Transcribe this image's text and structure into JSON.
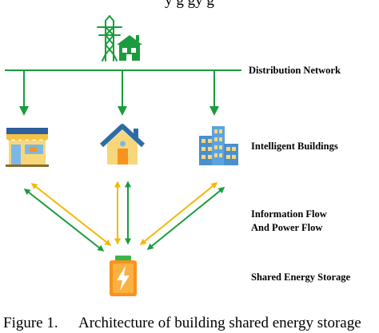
{
  "title_fragment": "y   g         gy   g",
  "labels": {
    "distribution_network": "Distribution Network",
    "intelligent_buildings": "Intelligent Buildings",
    "flow_line1": "Information Flow",
    "flow_line2": "And Power Flow",
    "shared_storage": "Shared Energy Storage"
  },
  "caption": {
    "figure": "Figure 1.",
    "text": "Architecture of building shared energy storage"
  },
  "colors": {
    "grid_green": "#1a9c3e",
    "information_flow": "#f5b800",
    "power_flow": "#1a9c3e",
    "battery": "#f7931e",
    "battery_cap": "#39b54a",
    "shop_awning": "#2e5e9c",
    "house_roof": "#2e6da4",
    "office": "#5aa3e0"
  },
  "icons": {
    "source": "power-tower-house-icon",
    "building1": "shop-icon",
    "building2": "house-icon",
    "building3": "office-building-icon",
    "storage": "battery-bolt-icon"
  }
}
